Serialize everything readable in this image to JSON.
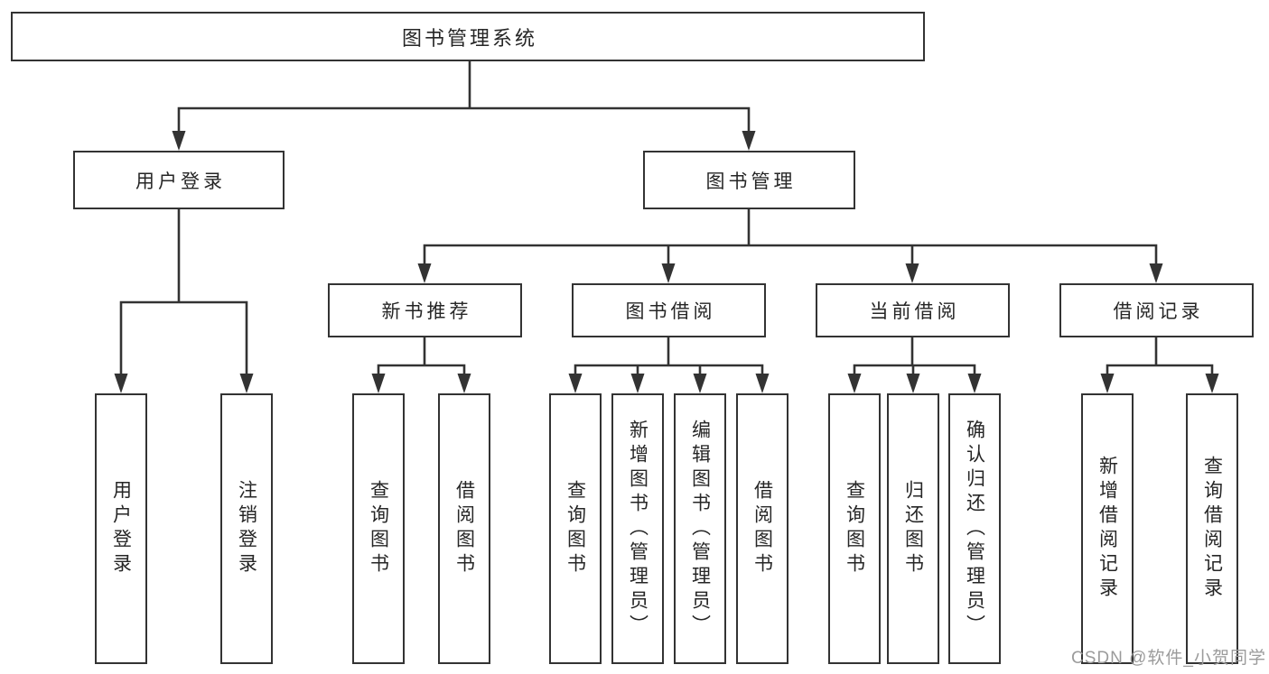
{
  "tree": {
    "label": "图书管理系统",
    "children": [
      {
        "label": "用户登录",
        "children": [
          {
            "label": "用户登录"
          },
          {
            "label": "注销登录"
          }
        ]
      },
      {
        "label": "图书管理",
        "children": [
          {
            "label": "新书推荐",
            "children": [
              {
                "label": "查询图书"
              },
              {
                "label": "借阅图书"
              }
            ]
          },
          {
            "label": "图书借阅",
            "children": [
              {
                "label": "查询图书"
              },
              {
                "label": "新增图书（管理员）"
              },
              {
                "label": "编辑图书（管理员）"
              },
              {
                "label": "借阅图书"
              }
            ]
          },
          {
            "label": "当前借阅",
            "children": [
              {
                "label": "查询图书"
              },
              {
                "label": "归还图书"
              },
              {
                "label": "确认归还（管理员）"
              }
            ]
          },
          {
            "label": "借阅记录",
            "children": [
              {
                "label": "新增借阅记录"
              },
              {
                "label": "查询借阅记录"
              }
            ]
          }
        ]
      }
    ]
  },
  "watermark": {
    "text": "CSDN @软件_小贺同学"
  },
  "colors": {
    "line": "#333333",
    "text": "#262626",
    "background": "#ffffff",
    "watermark": "#9b9b9b"
  }
}
